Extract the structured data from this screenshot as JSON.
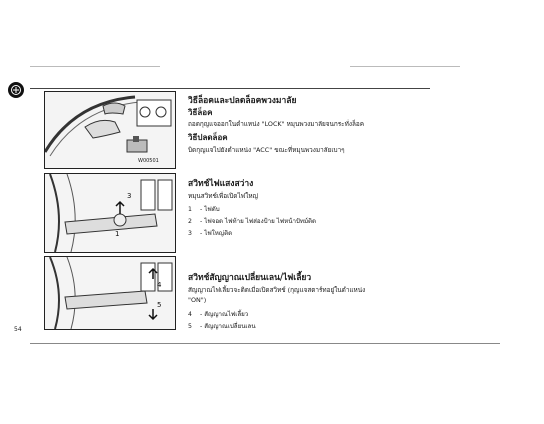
{
  "page": {
    "page_number": "54",
    "logo_icon": "brand-emblem-icon"
  },
  "figures": {
    "fig1_code": "W00501"
  },
  "section_ignition": {
    "title": "วิธีล็อคและปลดล็อคพวงมาลัย",
    "lock_heading": "วิธีล็อค",
    "lock_text": "ถอดกุญแจออกในตำแหน่ง \"LOCK\" หมุนพวงมาลัยจนกระทั่งล็อค",
    "unlock_heading": "วิธีปลดล็อค",
    "unlock_text": "บิดกุญแจไปยังตำแหน่ง \"ACC\" ขณะที่หมุนพวงมาลัยเบาๆ"
  },
  "section_light": {
    "title": "สวิทช์ไฟแสงสว่าง",
    "intro": "หมุนสวิทช์เพื่อเปิดไฟใหญ่",
    "items": [
      {
        "num": "1",
        "dash": "-",
        "text": "ไฟดับ"
      },
      {
        "num": "2",
        "dash": "-",
        "text": "ไฟจอด ไฟท้าย ไฟส่องป้าย ไฟหน้าปัทม์ติด"
      },
      {
        "num": "3",
        "dash": "-",
        "text": "ไฟใหญ่ติด"
      }
    ]
  },
  "section_signal": {
    "title": "สวิทช์สัญญาณเปลี่ยนเลน/ไฟเลี้ยว",
    "intro_line1": "สัญญาณไฟเลี้ยวจะติดเมื่อเปิดสวิทช์ (กุญแจสตาร์ทอยู่ในตำแหน่ง",
    "intro_line2": "\"ON\")",
    "items": [
      {
        "num": "4",
        "dash": "-",
        "text": "สัญญาณไฟเลี้ยว"
      },
      {
        "num": "5",
        "dash": "-",
        "text": "สัญญาณเปลี่ยนเลน"
      }
    ]
  },
  "colors": {
    "ink": "#1a1a1a",
    "paper": "#ffffff"
  }
}
